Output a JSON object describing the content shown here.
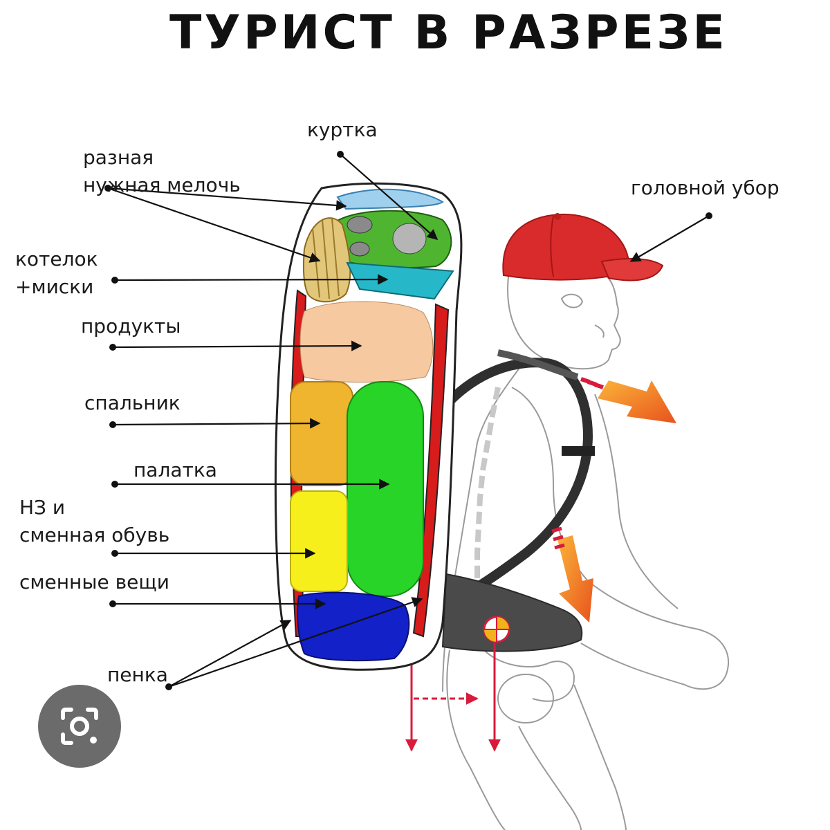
{
  "title": "ТУРИСТ В РАЗРЕЗЕ",
  "labels": {
    "jacket": "куртка",
    "small_items_1": "разная",
    "small_items_2": "нужная мелочь",
    "headwear": "головной убор",
    "pot_1": "котелок",
    "pot_2": "+миски",
    "food": "продукты",
    "sleeping_bag": "спальник",
    "tent": "палатка",
    "emergency_1": "НЗ и",
    "emergency_2": "сменная обувь",
    "clothes": "сменные вещи",
    "mat": "пенка"
  },
  "colors": {
    "cap": "#d92b2b",
    "jacket": "#9fd0ee",
    "small_items": "#4fb530",
    "pot": "#e2c67a",
    "bowls": "#26b8c8",
    "food": "#f6c9a0",
    "sleeping_bag": "#f0b52e",
    "tent": "#28d428",
    "emergency": "#f7ef1c",
    "clothes": "#1321c8",
    "mat": "#d81b1b",
    "arrow": "#ee7b1c"
  },
  "icons": {
    "lens_button": "camera-lens-icon"
  }
}
